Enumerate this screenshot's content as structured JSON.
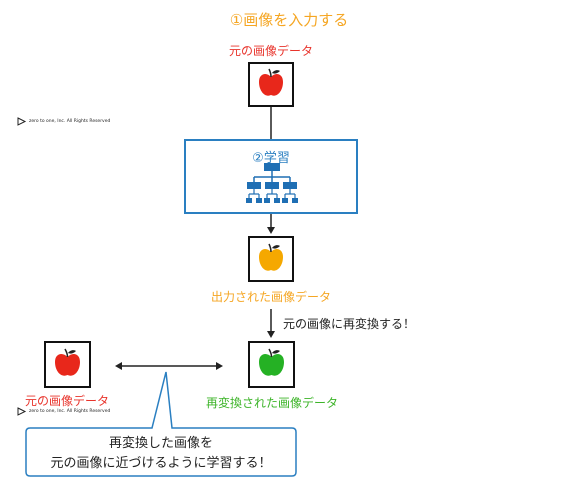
{
  "step1_title": "①画像を入力する",
  "original_label_top": "元の画像データ",
  "step2_title": "②学習",
  "output_label": "出力された画像データ",
  "reconvert_note": "元の画像に再変換する！",
  "original_label_bottom": "元の画像データ",
  "reconverted_label": "再変換された画像データ",
  "callout_line1": "再変換した画像を",
  "callout_line2": "元の画像に近づけるように学習する！",
  "copyright_top": "zero to one, Inc. All Rights Reserved",
  "copyright_bottom": "zero to one, Inc. All Rights Reserved",
  "colors": {
    "orange": "#f5a623",
    "red": "#e8342c",
    "green": "#3db429",
    "blue": "#2a7fc1",
    "apple_red": "#e8271b",
    "apple_orange": "#f5a800",
    "apple_green": "#25b124"
  }
}
